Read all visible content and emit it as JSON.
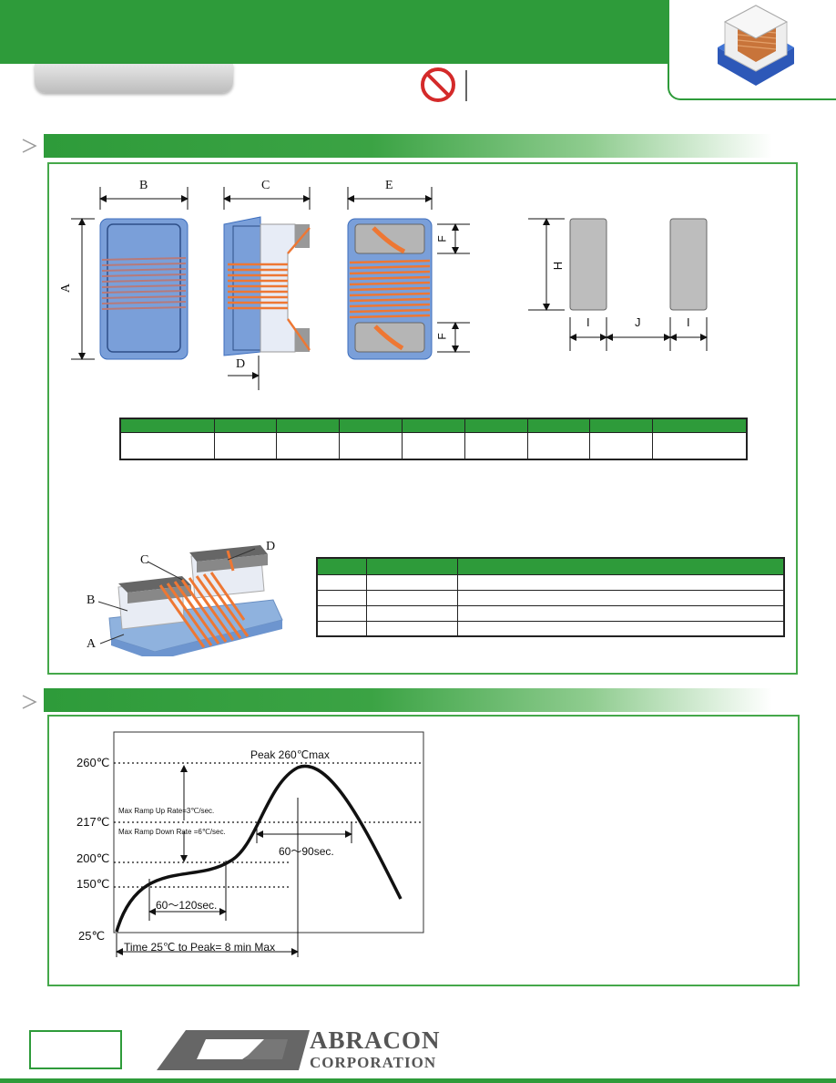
{
  "brand": {
    "name_line1": "ABRACON",
    "name_line2": "CORPORATION",
    "color": "#2e9b3a"
  },
  "header": {
    "compliance_icon": "no-symbol-icon"
  },
  "dimensions_diagram": {
    "labels": {
      "a": "A",
      "b": "B",
      "c": "C",
      "d": "D",
      "e": "E",
      "f_top": "F",
      "f_bottom": "F",
      "h": "H",
      "i_left": "I",
      "j": "J",
      "i_right": "I"
    }
  },
  "construction_diagram": {
    "labels": {
      "a": "A",
      "b": "B",
      "c": "C",
      "d": "D"
    }
  },
  "reflow_chart": {
    "temps": {
      "t260": "260℃",
      "t217": "217℃",
      "t200": "200℃",
      "t150": "150℃",
      "t25": "25℃"
    },
    "peak_label": "Peak 260℃max",
    "ramp_up_label": "Max Ramp Up Rate=3℃/sec.",
    "ramp_down_label": "Max Ramp Down Rate =6℃/sec.",
    "preheat_label": "60～120sec.",
    "above_liquidus_label": "60～90sec.",
    "time_label": "Time 25℃  to Peak= 8 min Max"
  }
}
